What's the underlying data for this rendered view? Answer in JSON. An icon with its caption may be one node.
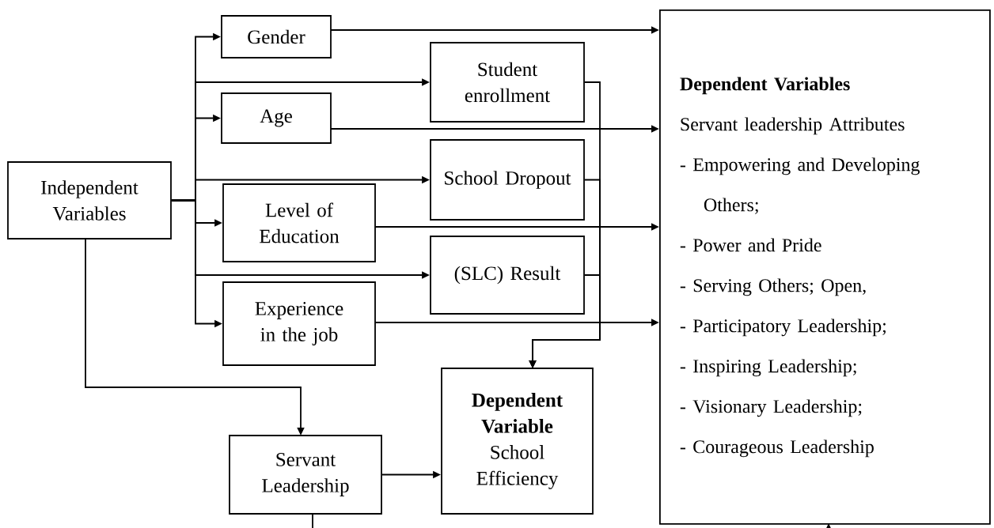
{
  "diagram": {
    "nodes": [
      {
        "text": [
          "Independent Variables"
        ]
      },
      {
        "text": [
          "Gender"
        ]
      },
      {
        "text": [
          "Student enrollment"
        ]
      },
      {
        "text": [
          "Age"
        ]
      },
      {
        "text": [
          "School Dropout"
        ]
      },
      {
        "text": [
          "Level of Education"
        ]
      },
      {
        "text": [
          "(SLC) Result"
        ]
      },
      {
        "text": [
          "Experience in the job"
        ]
      },
      {
        "text": [
          "Dependent Variable",
          "School Efficiency"
        ]
      },
      {
        "text": [
          "Servant Leadership"
        ]
      },
      {
        "text": [
          "Dependent Variables",
          "Servant leadership Attributes",
          "- Empowering and Developing Others;",
          "- Power and Pride",
          "- Serving Others; Open,",
          "- Participatory Leadership;",
          "- Inspiring Leadership;",
          "- Visionary Leadership;",
          "- Courageous Leadership"
        ]
      }
    ],
    "edges": [
      {
        "from": 0,
        "to": 1,
        "arrow": "to"
      },
      {
        "from": 0,
        "to": 2,
        "arrow": "to"
      },
      {
        "from": 0,
        "to": 3,
        "arrow": "to"
      },
      {
        "from": 0,
        "to": 4,
        "arrow": "to"
      },
      {
        "from": 0,
        "to": 5,
        "arrow": "to"
      },
      {
        "from": 0,
        "to": 6,
        "arrow": "to"
      },
      {
        "from": 0,
        "to": 7,
        "arrow": "to"
      },
      {
        "from": 1,
        "to": 10,
        "arrow": "to"
      },
      {
        "from": 3,
        "to": 10,
        "arrow": "to"
      },
      {
        "from": 5,
        "to": 10,
        "arrow": "to"
      },
      {
        "from": 7,
        "to": 10,
        "arrow": "to"
      },
      {
        "from": 2,
        "to": 8,
        "arrow": "to"
      },
      {
        "from": 4,
        "to": 8,
        "arrow": "to"
      },
      {
        "from": 6,
        "to": 8,
        "arrow": "to"
      },
      {
        "from": 0,
        "to": 9,
        "arrow": "to"
      },
      {
        "from": 9,
        "to": 8,
        "arrow": "to"
      },
      {
        "from": 9,
        "to": null,
        "arrow": "none"
      },
      {
        "from": null,
        "to": 10,
        "arrow": "to"
      }
    ]
  }
}
